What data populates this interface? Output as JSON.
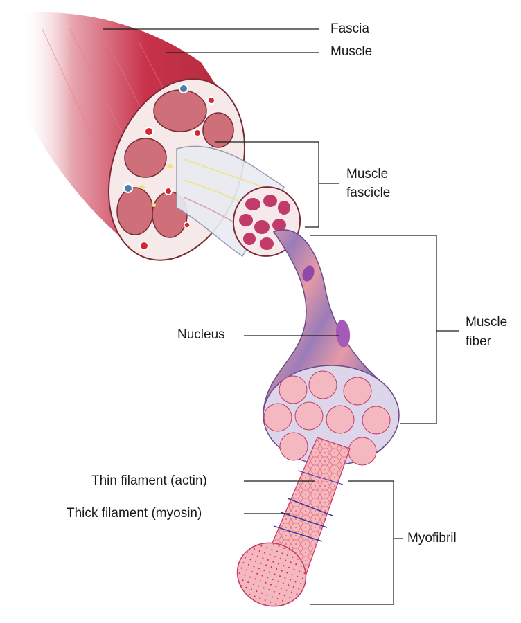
{
  "labels": {
    "fascia": "Fascia",
    "muscle": "Muscle",
    "muscle_fascicle_line1": "Muscle",
    "muscle_fascicle_line2": "fascicle",
    "muscle_fiber_line1": "Muscle",
    "muscle_fiber_line2": "fiber",
    "nucleus": "Nucleus",
    "thin_filament": "Thin filament (actin)",
    "thick_filament": "Thick filament (myosin)",
    "myofibril": "Myofibril"
  },
  "colors": {
    "muscle_red": "#c8334a",
    "muscle_light": "#f2c7cc",
    "fascicle_pink": "#cf6f7a",
    "fiber_purple": "#9b7cb8",
    "fiber_pink": "#e69aa6",
    "myofibril_pink": "#f4b8c0",
    "vessel_red": "#d9262e",
    "vessel_blue": "#4a7fa8",
    "nerve_yellow": "#f2e27a",
    "line": "#1a1a1a"
  }
}
